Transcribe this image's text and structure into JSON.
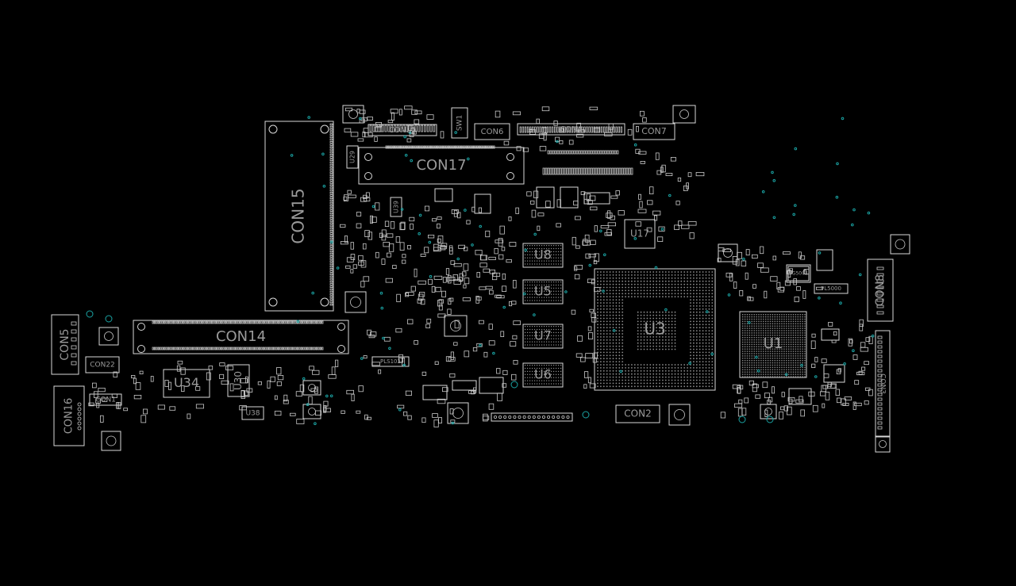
{
  "board": {
    "background": "#000000",
    "outline_color": "#d8d8d8",
    "label_color": "#9a9a9a",
    "via_color": "#1aa3a3",
    "components": [
      {
        "ref": "CON15",
        "type": "connector"
      },
      {
        "ref": "CON17",
        "type": "connector"
      },
      {
        "ref": "CON14",
        "type": "connector"
      },
      {
        "ref": "CON10",
        "type": "connector"
      },
      {
        "ref": "CON6",
        "type": "connector"
      },
      {
        "ref": "CON4",
        "type": "connector"
      },
      {
        "ref": "CON7",
        "type": "connector"
      },
      {
        "ref": "CON8",
        "type": "connector"
      },
      {
        "ref": "CON5",
        "type": "connector"
      },
      {
        "ref": "CON16",
        "type": "connector"
      },
      {
        "ref": "CON2",
        "type": "connector"
      },
      {
        "ref": "CON3",
        "type": "connector"
      },
      {
        "ref": "CON1",
        "type": "connector"
      },
      {
        "ref": "CON22",
        "type": "connector"
      },
      {
        "ref": "SW1",
        "type": "switch"
      },
      {
        "ref": "U3",
        "type": "bga"
      },
      {
        "ref": "U1",
        "type": "bga"
      },
      {
        "ref": "U8",
        "type": "memory"
      },
      {
        "ref": "U5",
        "type": "memory"
      },
      {
        "ref": "U7",
        "type": "memory"
      },
      {
        "ref": "U6",
        "type": "memory"
      },
      {
        "ref": "U17",
        "type": "ic"
      },
      {
        "ref": "U34",
        "type": "ic"
      },
      {
        "ref": "U30",
        "type": "ic"
      },
      {
        "ref": "U38",
        "type": "ic"
      },
      {
        "ref": "U39",
        "type": "ic"
      },
      {
        "ref": "U29",
        "type": "ic"
      },
      {
        "ref": "PLS102",
        "type": "passive"
      },
      {
        "ref": "PL5000",
        "type": "passive"
      },
      {
        "ref": "PG5002",
        "type": "passive"
      }
    ]
  }
}
